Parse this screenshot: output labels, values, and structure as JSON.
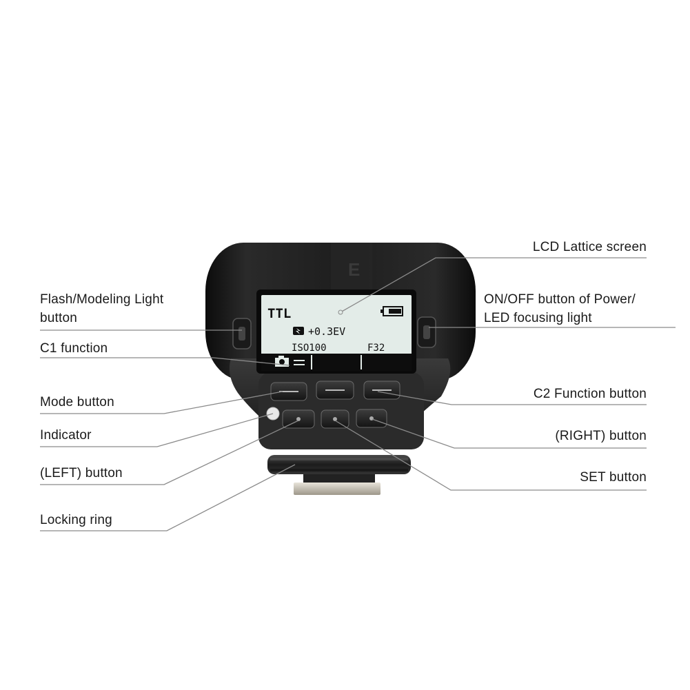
{
  "callouts": {
    "lcd_screen": "LCD Lattice screen",
    "flash_modeling_line1": "Flash/Modeling Light",
    "flash_modeling_line2": "button",
    "power_line1": "ON/OFF button of Power/",
    "power_line2": "LED focusing light",
    "c1_function": "C1 function",
    "mode_button": "Mode button",
    "c2_function": "C2 Function button",
    "indicator": "Indicator",
    "right_button": "(RIGHT) button",
    "left_button": "(LEFT) button",
    "set_button": "SET button",
    "locking_ring": "Locking ring"
  },
  "lcd": {
    "mode": "TTL",
    "exposure_comp": "+0.3EV",
    "iso": "ISO100",
    "aperture": "F32"
  },
  "colors": {
    "body": "#1b1b1b",
    "lcd_background": "#e3ece8",
    "leader_line": "#8a8a8a",
    "label_text": "#1a1a1a"
  }
}
